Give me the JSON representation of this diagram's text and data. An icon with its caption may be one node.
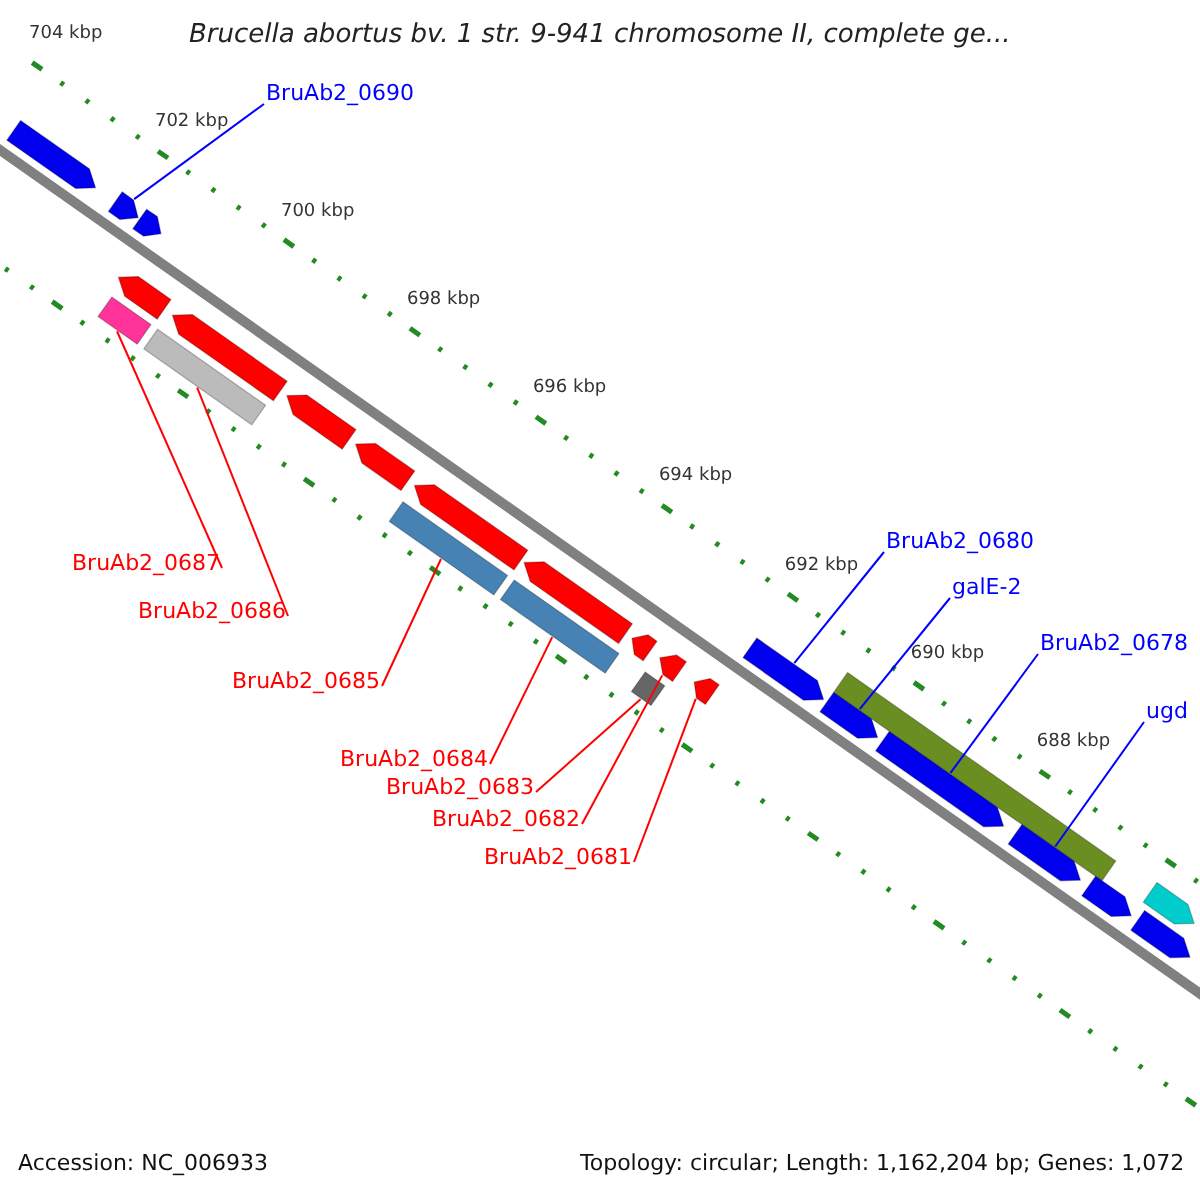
{
  "diagram": {
    "title": "Brucella abortus bv. 1 str. 9-941 chromosome II, complete ge...",
    "nodes": [
      {
        "text": [
          "BruAb2_0690"
        ]
      },
      {
        "text": [
          "BruAb2_0680"
        ]
      },
      {
        "text": [
          "BruAb2_0687"
        ]
      },
      {
        "text": [
          "galE-2"
        ]
      },
      {
        "text": [
          "BruAb2_0686"
        ]
      },
      {
        "text": [
          "BruAb2_0678"
        ]
      },
      {
        "text": [
          "BruAb2_0685"
        ]
      },
      {
        "text": [
          "ugd"
        ]
      },
      {
        "text": [
          "BruAb2_0684"
        ]
      },
      {
        "text": [
          "BruAb2_0683"
        ]
      },
      {
        "text": [
          "BruAb2_0682"
        ]
      },
      {
        "text": [
          "BruAb2_0681"
        ]
      },
      {
        "text": [],
        "shape": "arrow"
      },
      {
        "text": [],
        "shape": "arrow"
      },
      {
        "text": [],
        "shape": "arrow"
      },
      {
        "text": [],
        "shape": "arrow"
      },
      {
        "text": [],
        "shape": "bar"
      },
      {
        "text": [],
        "shape": "bar"
      },
      {
        "text": [],
        "shape": "arrow"
      },
      {
        "text": [],
        "shape": "arrow"
      },
      {
        "text": [],
        "shape": "arrow"
      },
      {
        "text": [],
        "shape": "bar"
      },
      {
        "text": [],
        "shape": "arrow"
      },
      {
        "text": [],
        "shape": "arrow"
      },
      {
        "text": [],
        "shape": "bar"
      },
      {
        "text": [],
        "shape": "arrow"
      },
      {
        "text": [],
        "shape": "box"
      },
      {
        "text": [],
        "shape": "arrow"
      },
      {
        "text": [],
        "shape": "arrow"
      },
      {
        "text": [],
        "shape": "arrow"
      },
      {
        "text": [],
        "shape": "arrow"
      },
      {
        "text": [],
        "shape": "arrow"
      },
      {
        "text": [],
        "shape": "bar"
      },
      {
        "text": [],
        "shape": "arrow"
      },
      {
        "text": [],
        "shape": "arrow"
      },
      {
        "text": [],
        "shape": "arrow"
      },
      {
        "text": [],
        "shape": "arrow"
      }
    ],
    "edges": [
      {
        "from": 0,
        "to": 13,
        "arrow": "none",
        "color": "#0000ff"
      },
      {
        "from": 1,
        "to": 29,
        "arrow": "none",
        "color": "#0000ff"
      },
      {
        "from": 2,
        "to": 16,
        "arrow": "none"
      },
      {
        "from": 3,
        "to": 30,
        "arrow": "none",
        "color": "#0000ff"
      },
      {
        "from": 4,
        "to": 17,
        "arrow": "none"
      },
      {
        "from": 5,
        "to": 31,
        "arrow": "none",
        "color": "#0000ff"
      },
      {
        "from": 6,
        "to": 21,
        "arrow": "none"
      },
      {
        "from": 7,
        "to": 33,
        "arrow": "none",
        "color": "#0000ff"
      },
      {
        "from": 8,
        "to": 24,
        "arrow": "none"
      },
      {
        "from": 9,
        "to": 26,
        "arrow": "none"
      },
      {
        "from": 10,
        "to": 27,
        "arrow": "none"
      },
      {
        "from": 11,
        "to": 28,
        "arrow": "none"
      }
    ],
    "labels": [
      "704 kbp",
      "702 kbp",
      "700 kbp",
      "698 kbp",
      "696 kbp",
      "694 kbp",
      "692 kbp",
      "690 kbp",
      "688 kbp",
      "Accession: NC_006933",
      "Topology: circular; Length: 1,162,204 bp; Genes: 1,072"
    ]
  }
}
